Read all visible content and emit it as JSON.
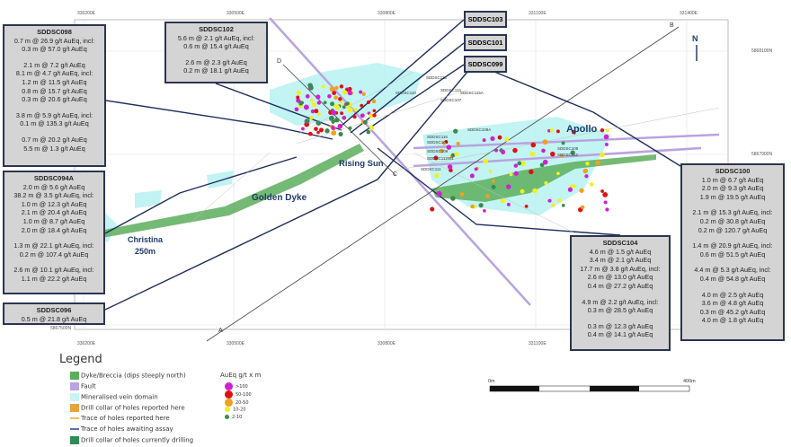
{
  "axes": {
    "eastings": [
      "330200E",
      "330500E",
      "330800E",
      "331100E",
      "331400E"
    ],
    "northings": [
      "5868100N",
      "5867900N",
      "5867500N"
    ]
  },
  "section_letters": [
    "A",
    "B",
    "C",
    "D"
  ],
  "north": "N",
  "areas": {
    "golden_dyke": "Golden Dyke",
    "christina": "Christina",
    "christina_sub": "250m",
    "rising_sun": "Rising Sun",
    "apollo": "Apollo"
  },
  "hole_labels": [
    "SDDSC113",
    "SDDSC114",
    "SDDSC115A",
    "SDDSC107",
    "SDDSC110",
    "SDDSC108A",
    "SDDSC116",
    "SDDSC106",
    "SDDSC109",
    "SDDSC112W1",
    "SDDSC111",
    "SDDSC105",
    "SDDSC112"
  ],
  "tags": {
    "sddsc103": "SDDSC103",
    "sddsc101": "SDDSC101",
    "sddsc099": "SDDSC099"
  },
  "boxes": {
    "sddsc098": {
      "title": "SDDSC098",
      "groups": [
        [
          "0.7 m @ 26.9 g/t AuEq, incl:",
          "0.3 m @ 57.0 g/t AuEq"
        ],
        [
          "2.1 m @ 7.2 g/t AuEq",
          "8.1 m @ 4.7 g/t AuEq, incl:",
          "1.2 m @ 11.5 g/t AuEq",
          "0.8 m @ 15.7 g/t AuEq",
          "0.3 m @ 20.6 g/t AuEq"
        ],
        [
          "3.8 m @ 5.9 g/t AuEq, incl:",
          "0.1 m @ 135.3 g/t AuEq"
        ],
        [
          "0.7 m @ 20.2 g/t AuEq",
          "5.5 m @ 1.3 g/t AuEq"
        ]
      ]
    },
    "sddsc094a": {
      "title": "SDDSC094A",
      "groups": [
        [
          "2.0 m @ 5.6 g/t AuEq",
          "38.2 m @ 3.5 g/t AuEq, incl:",
          "1.0 m @ 12.3 g/t AuEq",
          "2.1 m @ 20.4 g/t AuEq",
          "1.0 m @ 8.7 g/t AuEq",
          "2.0 m @ 18.4 g/t AuEq"
        ],
        [
          "1.3 m @ 22.1 g/t AuEq, incl:",
          "0.2 m @ 107.4 g/t AuEq"
        ],
        [
          "2.6 m @ 10.1 g/t AuEq, incl:",
          "1.1 m @ 22.2 g/t AuEq"
        ]
      ]
    },
    "sddsc096": {
      "title": "SDDSC096",
      "groups": [
        [
          "0.5 m @ 21.8 g/t AuEq"
        ]
      ]
    },
    "sddsc102": {
      "title": "SDDSC102",
      "groups": [
        [
          "5.6 m @ 2.1 g/t AuEq, incl:",
          "0.6 m @ 15.4 g/t AuEq"
        ],
        [
          "2.6 m @ 2.3 g/t AuEq",
          "0.2 m @ 18.1 g/t AuEq"
        ]
      ]
    },
    "sddsc104": {
      "title": "SDDSC104",
      "groups": [
        [
          "4.6 m @ 1.5 g/t AuEq",
          "3.4 m @ 2.1 g/t AuEq",
          "17.7 m @ 3.8 g/t AuEq, incl:",
          "2.6 m @ 13.0 g/t AuEq",
          "0.4 m @ 27.2 g/t AuEq"
        ],
        [
          "4.9 m @ 2.2 g/t AuEq, incl:",
          "0.3 m @ 28.5 g/t AuEq"
        ],
        [
          "0.3 m @ 12.3 g/t AuEq",
          "0.4 m @ 14.1 g/t AuEq"
        ]
      ]
    },
    "sddsc100": {
      "title": "SDDSC100",
      "groups": [
        [
          "1.0 m @ 6.7 g/t AuEq",
          "2.0 m @ 9.3 g/t AuEq",
          "1.9 m @ 19.5 g/t AuEq"
        ],
        [
          "2.1 m @ 15.3 g/t AuEq, incl:",
          "0.2 m @ 30.8 g/t AuEq",
          "0.2 m @ 120.7 g/t AuEq"
        ],
        [
          "1.4 m @ 20.9 g/t AuEq, incl:",
          "0.6 m @ 51.5 g/t AuEq"
        ],
        [
          "4.4 m @ 5.3 g/t AuEq, incl:",
          "0.4 m @ 54.8 g/t AuEq"
        ],
        [
          "4.0 m @ 2.5 g/t AuEq",
          "3.6 m @ 4.8 g/t AuEq",
          "0.3 m @ 45.2 g/t AuEq",
          "4.0 m @ 1.8 g/t AuEq"
        ]
      ]
    }
  },
  "legend": {
    "title": "Legend",
    "items": [
      {
        "label": "Dyke/Breccia (dips steeply north)",
        "color": "#5cae5c"
      },
      {
        "label": "Fault",
        "color": "#b9a3e0"
      },
      {
        "label": "Mineralised vein domain",
        "color": "#c8f4f4"
      },
      {
        "label": "Drill collar of holes reported here",
        "color": "#e8a33c"
      },
      {
        "label": "Trace of holes reported here",
        "color": "#f0c060"
      },
      {
        "label": "Trace of holes awaiting assay",
        "color": "#6070a0"
      },
      {
        "label": "Drill collar of holes currently drilling",
        "color": "#2e8b57"
      }
    ],
    "grade_title": "AuEq g/t x m",
    "grades": [
      {
        "label": ">100",
        "color": "#d020d0"
      },
      {
        "label": "50-100",
        "color": "#e01010"
      },
      {
        "label": "20-50",
        "color": "#f0a020"
      },
      {
        "label": "10-20",
        "color": "#f0f020"
      },
      {
        "label": "2-10",
        "color": "#3a8a50"
      }
    ]
  },
  "scale": {
    "start": "0m",
    "end": "400m"
  }
}
